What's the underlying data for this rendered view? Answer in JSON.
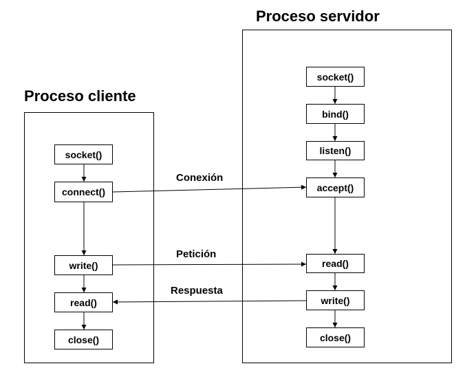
{
  "server": {
    "title": "Proceso servidor",
    "calls": [
      "socket()",
      "bind()",
      "listen()",
      "accept()",
      "read()",
      "write()",
      "close()"
    ]
  },
  "client": {
    "title": "Proceso cliente",
    "calls": [
      "socket()",
      "connect()",
      "write()",
      "read()",
      "close()"
    ]
  },
  "connections": [
    {
      "label": "Conexión",
      "from": "client.connect()",
      "to": "server.accept()"
    },
    {
      "label": "Petición",
      "from": "client.write()",
      "to": "server.read()"
    },
    {
      "label": "Respuesta",
      "from": "server.write()",
      "to": "client.read()"
    }
  ]
}
